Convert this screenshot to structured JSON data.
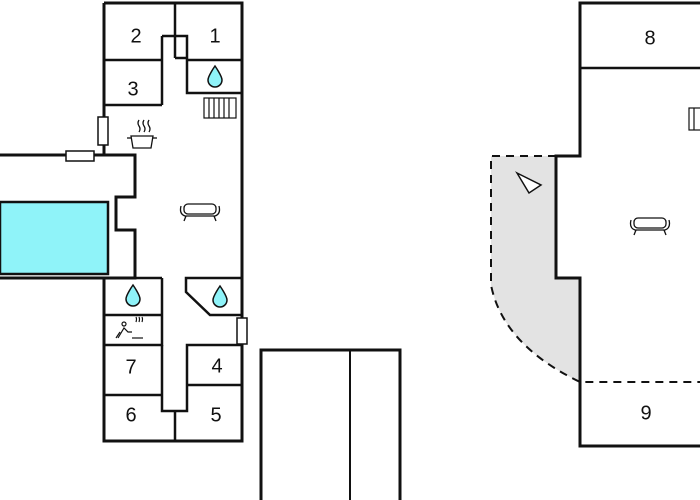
{
  "floorplan": {
    "rooms": [
      {
        "id": "room-1",
        "label": "1"
      },
      {
        "id": "room-2",
        "label": "2"
      },
      {
        "id": "room-3",
        "label": "3"
      },
      {
        "id": "room-4",
        "label": "4"
      },
      {
        "id": "room-5",
        "label": "5"
      },
      {
        "id": "room-6",
        "label": "6"
      },
      {
        "id": "room-7",
        "label": "7"
      },
      {
        "id": "room-8",
        "label": "8"
      },
      {
        "id": "room-9",
        "label": "9"
      }
    ],
    "icons": [
      "water-drop-icon",
      "radiator-icon",
      "cooking-pot-icon",
      "sofa-icon",
      "sauna-icon",
      "door-icon",
      "fireplace-icon"
    ],
    "colors": {
      "wall": "#111111",
      "pool": "#8ff3f9",
      "terrace": "#e3e3e3",
      "background": "#ffffff"
    }
  }
}
